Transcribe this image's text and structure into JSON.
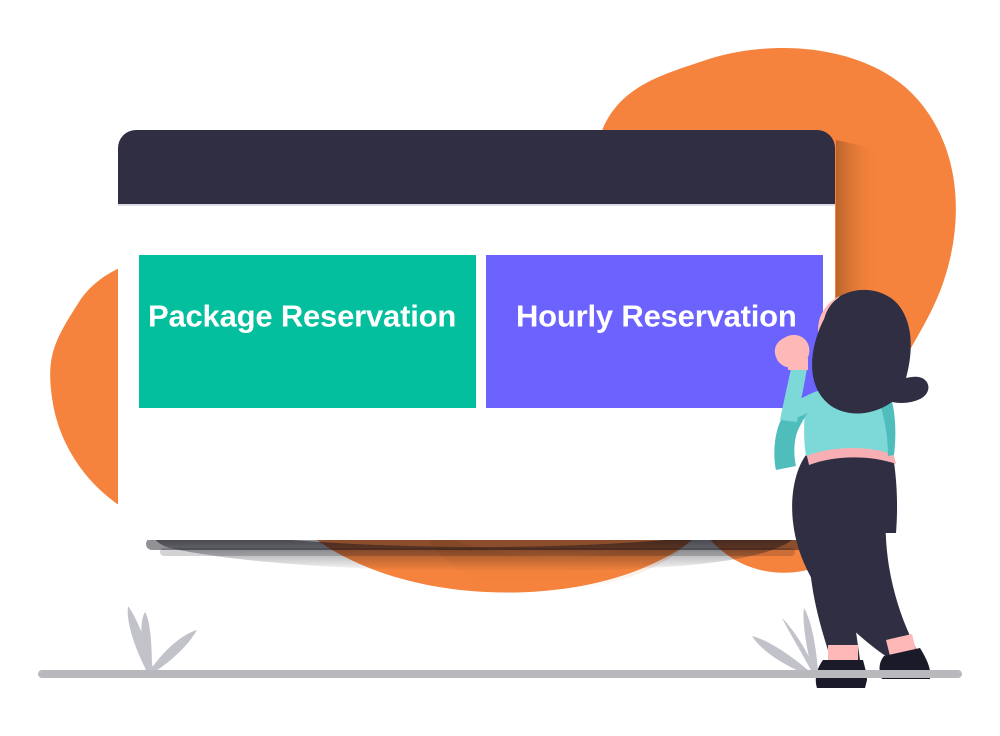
{
  "scene": {
    "title": "Reservation type selection illustration",
    "background_color": "#ffffff",
    "ground_line_color": "#b8b8bd"
  },
  "decor": {
    "blob_orange_color": "#F5833D",
    "blob_orange_dark_color": "#E2772F",
    "plant_color": "#C2C2CA",
    "shadow_color": "#0c0c16"
  },
  "window": {
    "titlebar_color": "#2F2E43",
    "body_color": "#FFFFFF",
    "corner_radius": "18"
  },
  "tabs": [
    {
      "id": "package-reservation",
      "label": "Package Reservation",
      "color": "#03BF9D",
      "text_color": "#FFFFFF",
      "selected": true
    },
    {
      "id": "hourly-reservation",
      "label": "Hourly Reservation",
      "color": "#6C63FF",
      "text_color": "#FFFFFF",
      "selected": false
    }
  ],
  "character": {
    "name": "woman-pointing-at-screen",
    "hair_color": "#2F2E43",
    "skin_color": "#FFB8B8",
    "top_color": "#7DD8D8",
    "top_shadow_color": "#50BDBD",
    "pants_color": "#2F2E43",
    "shoes_color": "#1A1A28",
    "waistband_color": "#F7AFB3"
  }
}
